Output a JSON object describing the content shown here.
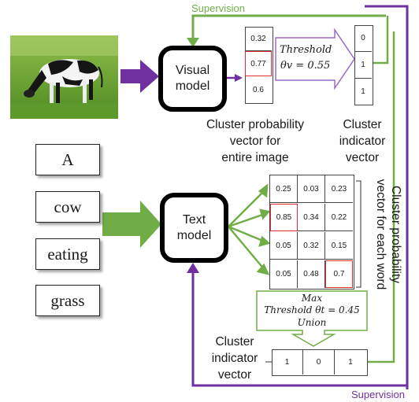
{
  "supervision_top": "Supervision",
  "supervision_bottom": "Supervision",
  "visual_model": {
    "line1": "Visual",
    "line2": "model"
  },
  "text_model": {
    "line1": "Text",
    "line2": "model"
  },
  "image_alt": "cow eating grass photo",
  "visual_probs": [
    "0.32",
    "0.77",
    "0.6"
  ],
  "visual_threshold": {
    "label": "Threshold",
    "expr": "θv = 0.55"
  },
  "visual_indicator": [
    "0",
    "1",
    "1"
  ],
  "visual_prob_caption": [
    "Cluster probability",
    "vector for",
    "entire image"
  ],
  "visual_indicator_caption": [
    "Cluster",
    "indicator",
    "vector"
  ],
  "words": [
    "A",
    "cow",
    "eating",
    "grass"
  ],
  "word_probs": [
    [
      "0.25",
      "0.03",
      "0.23"
    ],
    [
      "0.85",
      "0.34",
      "0.22"
    ],
    [
      "0.05",
      "0.32",
      "0.15"
    ],
    [
      "0.05",
      "0.48",
      "0.7"
    ]
  ],
  "word_prob_caption": [
    "Cluster probability",
    "vector for each word"
  ],
  "text_threshold": {
    "line1": "Max",
    "line2": "Threshold θt = 0.45",
    "line3": "Union"
  },
  "text_indicator": [
    "1",
    "0",
    "1"
  ],
  "text_indicator_caption": [
    "Cluster",
    "indicator",
    "vector"
  ],
  "colors": {
    "supervision": "#7030a0",
    "green": "#70ad47",
    "purple": "#7030a0",
    "highlight": "#e03030"
  }
}
